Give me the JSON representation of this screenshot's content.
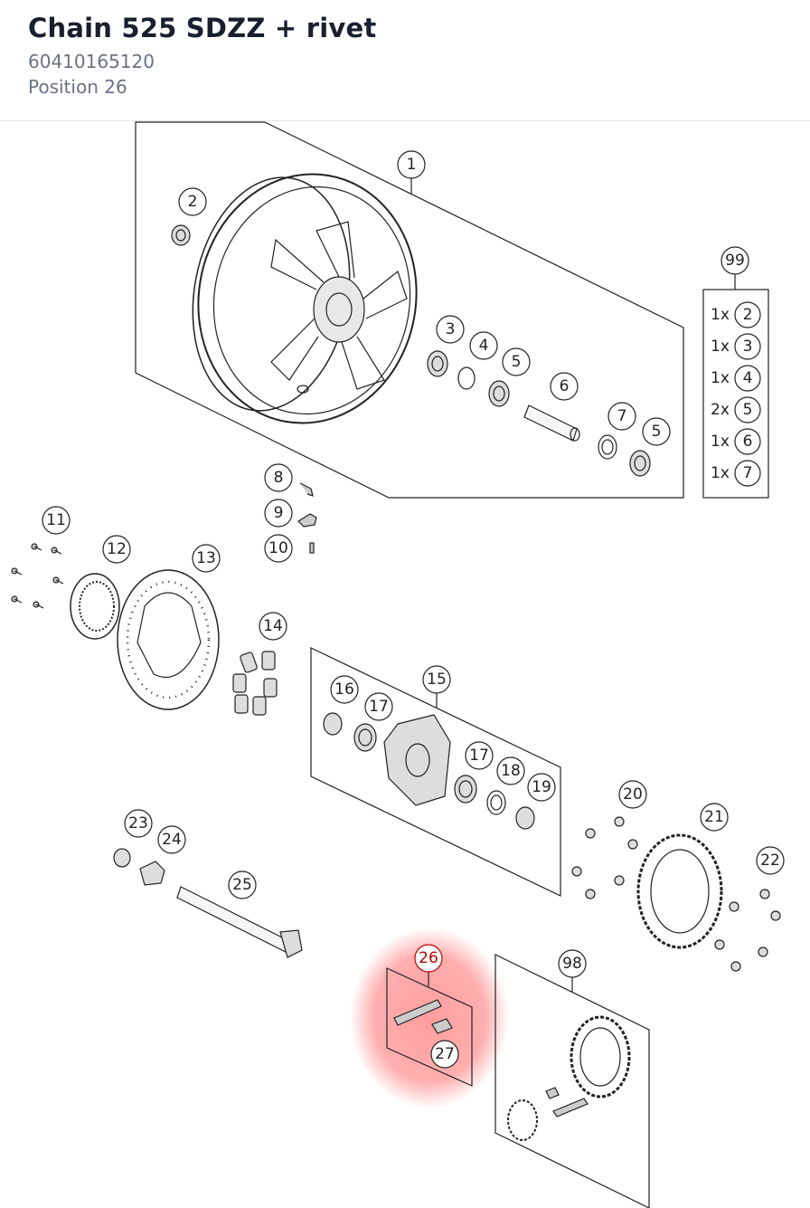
{
  "header": {
    "title": "Chain 525 SDZZ + rivet",
    "part_number": "60410165120",
    "position": "Position 26"
  },
  "highlight_color": "#ff4d4d",
  "callouts": {
    "c1": "1",
    "c2": "2",
    "c3": "3",
    "c4": "4",
    "c5a": "5",
    "c6": "6",
    "c7": "7",
    "c5b": "5",
    "c8": "8",
    "c9": "9",
    "c10": "10",
    "c11": "11",
    "c12": "12",
    "c13": "13",
    "c14": "14",
    "c15": "15",
    "c16": "16",
    "c17a": "17",
    "c17b": "17",
    "c18": "18",
    "c19": "19",
    "c20": "20",
    "c21": "21",
    "c22": "22",
    "c23": "23",
    "c24": "24",
    "c25": "25",
    "c26": "26",
    "c27": "27",
    "c98": "98",
    "c99": "99"
  },
  "kit99": {
    "rows": [
      {
        "qty": "1x",
        "num": "2"
      },
      {
        "qty": "1x",
        "num": "3"
      },
      {
        "qty": "1x",
        "num": "4"
      },
      {
        "qty": "2x",
        "num": "5"
      },
      {
        "qty": "1x",
        "num": "6"
      },
      {
        "qty": "1x",
        "num": "7"
      }
    ]
  }
}
